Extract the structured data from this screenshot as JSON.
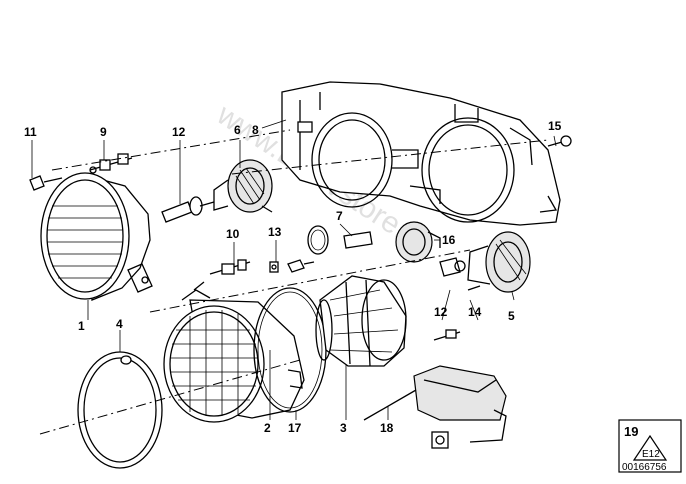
{
  "watermark": "www.BMWstore.pl",
  "callouts": [
    {
      "id": "c1",
      "text": "1"
    },
    {
      "id": "c2",
      "text": "2"
    },
    {
      "id": "c3",
      "text": "3"
    },
    {
      "id": "c4",
      "text": "4"
    },
    {
      "id": "c5",
      "text": "5"
    },
    {
      "id": "c6",
      "text": "6"
    },
    {
      "id": "c7",
      "text": "7"
    },
    {
      "id": "c8",
      "text": "8"
    },
    {
      "id": "c9",
      "text": "9"
    },
    {
      "id": "c10",
      "text": "10"
    },
    {
      "id": "c11",
      "text": "11"
    },
    {
      "id": "c12a",
      "text": "12"
    },
    {
      "id": "c12b",
      "text": "12"
    },
    {
      "id": "c13",
      "text": "13"
    },
    {
      "id": "c14",
      "text": "14"
    },
    {
      "id": "c15",
      "text": "15"
    },
    {
      "id": "c16",
      "text": "16"
    },
    {
      "id": "c17",
      "text": "17"
    },
    {
      "id": "c18",
      "text": "18"
    }
  ],
  "page_box": {
    "page_number": "19",
    "badge_text": "E12",
    "diagram_number": "00166756"
  }
}
